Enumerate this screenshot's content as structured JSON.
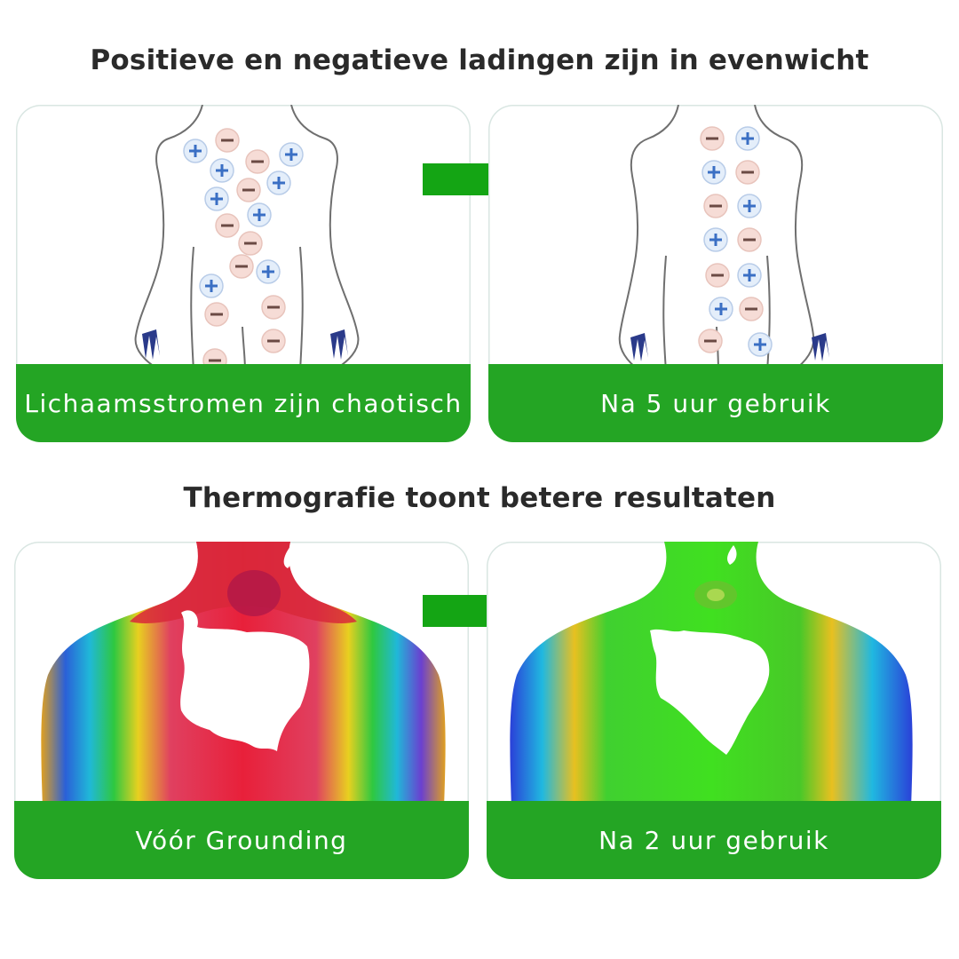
{
  "section1": {
    "title": "Positieve en negatieve ladingen zijn in evenwicht",
    "before_caption": "Lichaamsstromen zijn chaotisch",
    "after_caption": "Na 5 uur gebruik"
  },
  "section2": {
    "title": "Thermografie toont betere resultaten",
    "before_caption": "Vóór Grounding",
    "after_caption": "Na 2 uur gebruik"
  },
  "colors": {
    "caption_green": "#24a524",
    "arrow_green": "#14a514",
    "positive_charge": "#3a6fc4",
    "negative_charge": "#6b4a44"
  }
}
